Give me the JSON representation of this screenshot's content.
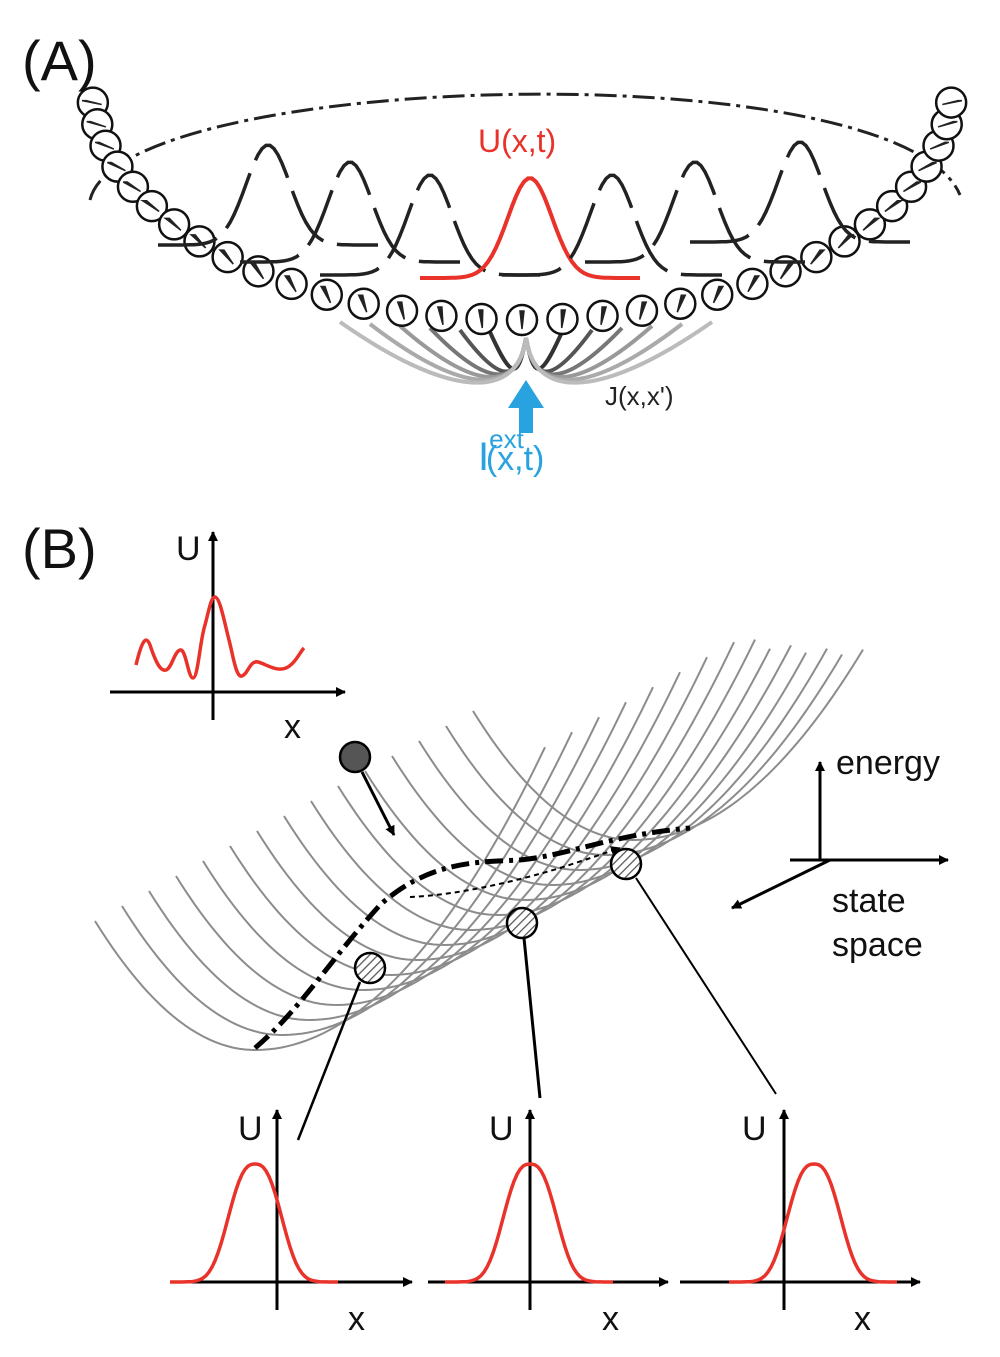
{
  "panel_a": {
    "label": "(A)",
    "activity_label": "U(x,t)",
    "coupling_label": "J(x,x')",
    "input_label_base": "I",
    "input_label_sup": "ext",
    "input_label_arg": "(x,t)",
    "colors": {
      "activity": "#e8322a",
      "input": "#29a3e0",
      "bumps": "#222222",
      "coupling": "#8a8a8a"
    }
  },
  "panel_b": {
    "label": "(B)",
    "inset_axis_y": "U",
    "inset_axis_x": "x",
    "energy_label": "energy",
    "state_label_line1": "state",
    "state_label_line2": "space",
    "bottom_plots": [
      {
        "axis_y": "U",
        "axis_x": "x"
      },
      {
        "axis_y": "U",
        "axis_x": "x"
      },
      {
        "axis_y": "U",
        "axis_x": "x"
      }
    ],
    "colors": {
      "profile": "#e8322a",
      "landscape": "#8c8c8c"
    }
  }
}
